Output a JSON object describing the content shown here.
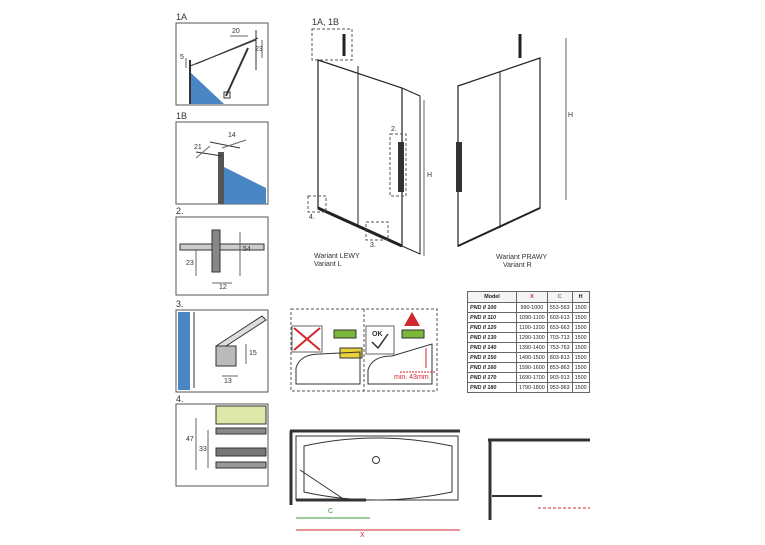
{
  "details": {
    "d1a": {
      "title": "1A",
      "dim_top": "20",
      "dim_side": "23",
      "dim_left": "5"
    },
    "d1b": {
      "title": "1B",
      "dim_a": "14",
      "dim_b": "21"
    },
    "d2": {
      "title": "2.",
      "dim_height": "54",
      "dim_low": "23",
      "dim_width": "12"
    },
    "d3": {
      "title": "3.",
      "dim_height": "15",
      "dim_width": "13"
    },
    "d4": {
      "title": "4.",
      "dim_outer": "47",
      "dim_inner": "33"
    }
  },
  "main_drawing": {
    "ref_label": "1A, 1B",
    "callout_2": "2.",
    "callout_3": "3.",
    "callout_4": "4.",
    "height_left": "H",
    "height_right": "H",
    "variant_left_line1": "Wariant LEWY",
    "variant_left_line2": "Variant L",
    "variant_right_line1": "Wariant PRAWY",
    "variant_right_line2": "Variant R"
  },
  "level_diagram": {
    "ok_label": "OK",
    "min_label": "min. 43mm"
  },
  "plan_view": {
    "dim_c": "C",
    "dim_x": "X"
  },
  "spec_table": {
    "headers": [
      "Model",
      "X",
      "C",
      "H"
    ],
    "header_colors": [
      "#222222",
      "#d0282e",
      "#3a9a3a",
      "#222222"
    ],
    "rows": [
      [
        "PND II 100",
        "990-1000",
        "553-563",
        "1500"
      ],
      [
        "PND II 110",
        "1090-1100",
        "603-613",
        "1500"
      ],
      [
        "PND II 120",
        "1190-1200",
        "653-663",
        "1500"
      ],
      [
        "PND II 130",
        "1290-1300",
        "703-713",
        "1500"
      ],
      [
        "PND II 140",
        "1390-1400",
        "753-763",
        "1500"
      ],
      [
        "PND II 150",
        "1490-1500",
        "803-813",
        "1500"
      ],
      [
        "PND II 160",
        "1590-1600",
        "853-863",
        "1500"
      ],
      [
        "PND II 170",
        "1690-1700",
        "903-913",
        "1500"
      ],
      [
        "PND II 180",
        "1790-1800",
        "953-963",
        "1500"
      ]
    ]
  },
  "colors": {
    "glass_blue": "#4a86c4",
    "warning_red": "#d0282e",
    "level_green": "#7ab83a",
    "level_yellow": "#e8d23a",
    "dim_green": "#3a9a3a"
  }
}
